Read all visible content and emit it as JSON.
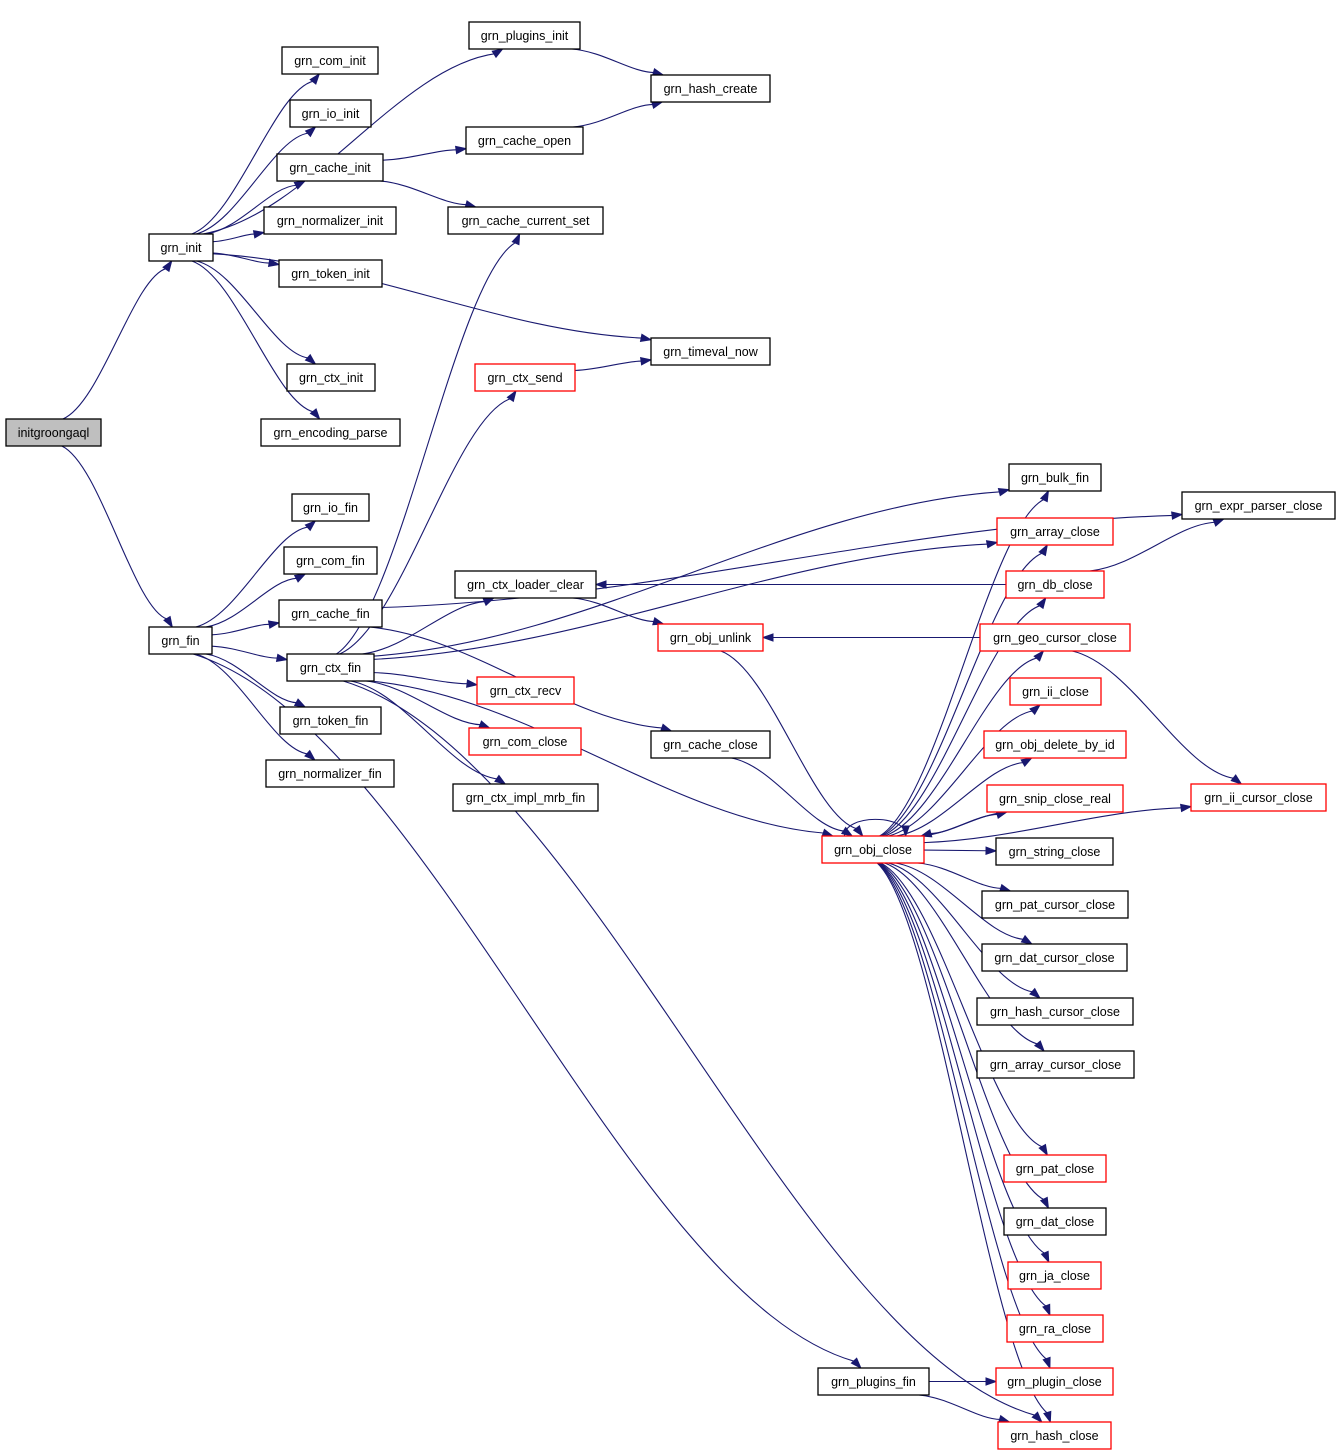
{
  "graph": {
    "nodes": [
      {
        "id": "initgroongaql",
        "label": "initgroongaql",
        "style": "root"
      },
      {
        "id": "grn_init",
        "label": "grn_init",
        "style": "normal"
      },
      {
        "id": "grn_fin",
        "label": "grn_fin",
        "style": "normal"
      },
      {
        "id": "grn_plugins_init",
        "label": "grn_plugins_init",
        "style": "normal"
      },
      {
        "id": "grn_com_init",
        "label": "grn_com_init",
        "style": "normal"
      },
      {
        "id": "grn_io_init",
        "label": "grn_io_init",
        "style": "normal"
      },
      {
        "id": "grn_cache_init",
        "label": "grn_cache_init",
        "style": "normal"
      },
      {
        "id": "grn_normalizer_init",
        "label": "grn_normalizer_init",
        "style": "normal"
      },
      {
        "id": "grn_token_init",
        "label": "grn_token_init",
        "style": "normal"
      },
      {
        "id": "grn_ctx_init",
        "label": "grn_ctx_init",
        "style": "normal"
      },
      {
        "id": "grn_encoding_parse",
        "label": "grn_encoding_parse",
        "style": "normal"
      },
      {
        "id": "grn_io_fin",
        "label": "grn_io_fin",
        "style": "normal"
      },
      {
        "id": "grn_com_fin",
        "label": "grn_com_fin",
        "style": "normal"
      },
      {
        "id": "grn_cache_fin",
        "label": "grn_cache_fin",
        "style": "normal"
      },
      {
        "id": "grn_ctx_fin",
        "label": "grn_ctx_fin",
        "style": "normal"
      },
      {
        "id": "grn_token_fin",
        "label": "grn_token_fin",
        "style": "normal"
      },
      {
        "id": "grn_normalizer_fin",
        "label": "grn_normalizer_fin",
        "style": "normal"
      },
      {
        "id": "grn_hash_create",
        "label": "grn_hash_create",
        "style": "normal"
      },
      {
        "id": "grn_cache_open",
        "label": "grn_cache_open",
        "style": "normal"
      },
      {
        "id": "grn_cache_current_set",
        "label": "grn_cache_current_set",
        "style": "normal"
      },
      {
        "id": "grn_timeval_now",
        "label": "grn_timeval_now",
        "style": "normal"
      },
      {
        "id": "grn_ctx_send",
        "label": "grn_ctx_send",
        "style": "red"
      },
      {
        "id": "grn_ctx_loader_clear",
        "label": "grn_ctx_loader_clear",
        "style": "normal"
      },
      {
        "id": "grn_obj_unlink",
        "label": "grn_obj_unlink",
        "style": "red"
      },
      {
        "id": "grn_ctx_recv",
        "label": "grn_ctx_recv",
        "style": "red"
      },
      {
        "id": "grn_com_close",
        "label": "grn_com_close",
        "style": "red"
      },
      {
        "id": "grn_ctx_impl_mrb_fin",
        "label": "grn_ctx_impl_mrb_fin",
        "style": "normal"
      },
      {
        "id": "grn_cache_close",
        "label": "grn_cache_close",
        "style": "normal"
      },
      {
        "id": "grn_obj_close",
        "label": "grn_obj_close",
        "style": "red"
      },
      {
        "id": "grn_plugins_fin",
        "label": "grn_plugins_fin",
        "style": "normal"
      },
      {
        "id": "grn_bulk_fin",
        "label": "grn_bulk_fin",
        "style": "normal"
      },
      {
        "id": "grn_array_close",
        "label": "grn_array_close",
        "style": "red"
      },
      {
        "id": "grn_db_close",
        "label": "grn_db_close",
        "style": "red"
      },
      {
        "id": "grn_geo_cursor_close",
        "label": "grn_geo_cursor_close",
        "style": "red"
      },
      {
        "id": "grn_ii_close",
        "label": "grn_ii_close",
        "style": "red"
      },
      {
        "id": "grn_obj_delete_by_id",
        "label": "grn_obj_delete_by_id",
        "style": "red"
      },
      {
        "id": "grn_snip_close_real",
        "label": "grn_snip_close_real",
        "style": "red"
      },
      {
        "id": "grn_string_close",
        "label": "grn_string_close",
        "style": "normal"
      },
      {
        "id": "grn_pat_cursor_close",
        "label": "grn_pat_cursor_close",
        "style": "normal"
      },
      {
        "id": "grn_dat_cursor_close",
        "label": "grn_dat_cursor_close",
        "style": "normal"
      },
      {
        "id": "grn_hash_cursor_close",
        "label": "grn_hash_cursor_close",
        "style": "normal"
      },
      {
        "id": "grn_array_cursor_close",
        "label": "grn_array_cursor_close",
        "style": "normal"
      },
      {
        "id": "grn_pat_close",
        "label": "grn_pat_close",
        "style": "red"
      },
      {
        "id": "grn_dat_close",
        "label": "grn_dat_close",
        "style": "normal"
      },
      {
        "id": "grn_ja_close",
        "label": "grn_ja_close",
        "style": "red"
      },
      {
        "id": "grn_ra_close",
        "label": "grn_ra_close",
        "style": "red"
      },
      {
        "id": "grn_plugin_close",
        "label": "grn_plugin_close",
        "style": "red"
      },
      {
        "id": "grn_hash_close",
        "label": "grn_hash_close",
        "style": "red"
      },
      {
        "id": "grn_expr_parser_close",
        "label": "grn_expr_parser_close",
        "style": "normal"
      },
      {
        "id": "grn_ii_cursor_close",
        "label": "grn_ii_cursor_close",
        "style": "red"
      }
    ],
    "edges": [
      {
        "from": "initgroongaql",
        "to": "grn_init"
      },
      {
        "from": "initgroongaql",
        "to": "grn_fin"
      },
      {
        "from": "grn_init",
        "to": "grn_plugins_init"
      },
      {
        "from": "grn_init",
        "to": "grn_com_init"
      },
      {
        "from": "grn_init",
        "to": "grn_io_init"
      },
      {
        "from": "grn_init",
        "to": "grn_cache_init"
      },
      {
        "from": "grn_init",
        "to": "grn_normalizer_init"
      },
      {
        "from": "grn_init",
        "to": "grn_token_init"
      },
      {
        "from": "grn_init",
        "to": "grn_timeval_now"
      },
      {
        "from": "grn_init",
        "to": "grn_ctx_init"
      },
      {
        "from": "grn_init",
        "to": "grn_encoding_parse"
      },
      {
        "from": "grn_plugins_init",
        "to": "grn_hash_create"
      },
      {
        "from": "grn_cache_init",
        "to": "grn_cache_open"
      },
      {
        "from": "grn_cache_init",
        "to": "grn_cache_current_set"
      },
      {
        "from": "grn_cache_open",
        "to": "grn_hash_create"
      },
      {
        "from": "grn_ctx_send",
        "to": "grn_timeval_now"
      },
      {
        "from": "grn_fin",
        "to": "grn_io_fin"
      },
      {
        "from": "grn_fin",
        "to": "grn_com_fin"
      },
      {
        "from": "grn_fin",
        "to": "grn_cache_fin"
      },
      {
        "from": "grn_fin",
        "to": "grn_ctx_fin"
      },
      {
        "from": "grn_fin",
        "to": "grn_token_fin"
      },
      {
        "from": "grn_fin",
        "to": "grn_normalizer_fin"
      },
      {
        "from": "grn_fin",
        "to": "grn_plugins_fin"
      },
      {
        "from": "grn_cache_fin",
        "to": "grn_expr_parser_close"
      },
      {
        "from": "grn_cache_fin",
        "to": "grn_cache_close"
      },
      {
        "from": "grn_ctx_fin",
        "to": "grn_cache_current_set"
      },
      {
        "from": "grn_ctx_fin",
        "to": "grn_ctx_send"
      },
      {
        "from": "grn_ctx_fin",
        "to": "grn_bulk_fin"
      },
      {
        "from": "grn_ctx_fin",
        "to": "grn_array_close"
      },
      {
        "from": "grn_ctx_fin",
        "to": "grn_ctx_loader_clear"
      },
      {
        "from": "grn_ctx_fin",
        "to": "grn_ctx_recv"
      },
      {
        "from": "grn_ctx_fin",
        "to": "grn_com_close"
      },
      {
        "from": "grn_ctx_fin",
        "to": "grn_ctx_impl_mrb_fin"
      },
      {
        "from": "grn_ctx_fin",
        "to": "grn_obj_close"
      },
      {
        "from": "grn_ctx_fin",
        "to": "grn_hash_close"
      },
      {
        "from": "grn_ctx_loader_clear",
        "to": "grn_obj_unlink"
      },
      {
        "from": "grn_obj_unlink",
        "to": "grn_obj_close"
      },
      {
        "from": "grn_cache_close",
        "to": "grn_obj_close"
      },
      {
        "from": "grn_db_close",
        "to": "grn_ctx_loader_clear"
      },
      {
        "from": "grn_db_close",
        "to": "grn_expr_parser_close"
      },
      {
        "from": "grn_geo_cursor_close",
        "to": "grn_obj_unlink"
      },
      {
        "from": "grn_geo_cursor_close",
        "to": "grn_ii_cursor_close"
      },
      {
        "from": "grn_snip_close_real",
        "to": "grn_obj_close"
      },
      {
        "from": "grn_obj_close",
        "to": "grn_obj_close"
      },
      {
        "from": "grn_obj_close",
        "to": "grn_bulk_fin"
      },
      {
        "from": "grn_obj_close",
        "to": "grn_array_close"
      },
      {
        "from": "grn_obj_close",
        "to": "grn_db_close"
      },
      {
        "from": "grn_obj_close",
        "to": "grn_geo_cursor_close"
      },
      {
        "from": "grn_obj_close",
        "to": "grn_ii_close"
      },
      {
        "from": "grn_obj_close",
        "to": "grn_obj_delete_by_id"
      },
      {
        "from": "grn_obj_close",
        "to": "grn_snip_close_real"
      },
      {
        "from": "grn_obj_close",
        "to": "grn_string_close"
      },
      {
        "from": "grn_obj_close",
        "to": "grn_pat_cursor_close"
      },
      {
        "from": "grn_obj_close",
        "to": "grn_dat_cursor_close"
      },
      {
        "from": "grn_obj_close",
        "to": "grn_hash_cursor_close"
      },
      {
        "from": "grn_obj_close",
        "to": "grn_array_cursor_close"
      },
      {
        "from": "grn_obj_close",
        "to": "grn_ii_cursor_close"
      },
      {
        "from": "grn_obj_close",
        "to": "grn_pat_close"
      },
      {
        "from": "grn_obj_close",
        "to": "grn_dat_close"
      },
      {
        "from": "grn_obj_close",
        "to": "grn_ja_close"
      },
      {
        "from": "grn_obj_close",
        "to": "grn_ra_close"
      },
      {
        "from": "grn_obj_close",
        "to": "grn_plugin_close"
      },
      {
        "from": "grn_obj_close",
        "to": "grn_hash_close"
      },
      {
        "from": "grn_plugins_fin",
        "to": "grn_plugin_close"
      },
      {
        "from": "grn_plugins_fin",
        "to": "grn_hash_close"
      }
    ]
  }
}
